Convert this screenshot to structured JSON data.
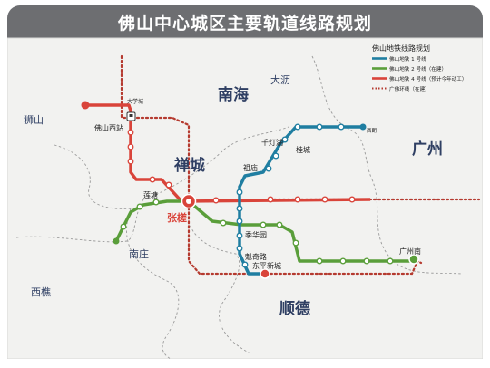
{
  "title": "佛山中心城区主要轨道线路规划",
  "legend": {
    "heading": "佛山地铁线路规划",
    "items": [
      {
        "label": "佛山地铁 1 号线",
        "color": "#1f7ea1",
        "style": "solid"
      },
      {
        "label": "佛山地铁 2 号线（在建）",
        "color": "#5a9e3a",
        "style": "solid"
      },
      {
        "label": "佛山地铁 4 号线（预计今年动工）",
        "color": "#d9443a",
        "style": "solid"
      },
      {
        "label": "广佛环线（在建）",
        "color": "#b53a2f",
        "style": "dotted"
      }
    ]
  },
  "regions": {
    "nanhai": "南海",
    "chancheng": "禅城",
    "shunde": "顺德",
    "guangzhou": "广州"
  },
  "places": {
    "shishan": "狮山",
    "dali": "大沥",
    "nanzhuang": "南庄",
    "xiqiao": "西樵"
  },
  "stations": {
    "daxuecheng": "大学城",
    "foshan_west": "佛山西站",
    "xilang": "西朗",
    "qiandenghu": "千灯湖",
    "guicheng": "桂城",
    "zumiao": "祖庙",
    "liantang": "莲塘",
    "zhangcha": "张槎",
    "jihuayuan": "季华园",
    "kuiqilu": "魁奇路",
    "dongping_xincheng": "东平新城",
    "guangzhou_south": "广州南"
  },
  "colors": {
    "line1": "#1f7ea1",
    "line2": "#5a9e3a",
    "line4": "#d9443a",
    "ring": "#b53a2f",
    "header": "#6d6e71",
    "map_bg": "#f2f2f0",
    "border": "#d8d8d6"
  }
}
